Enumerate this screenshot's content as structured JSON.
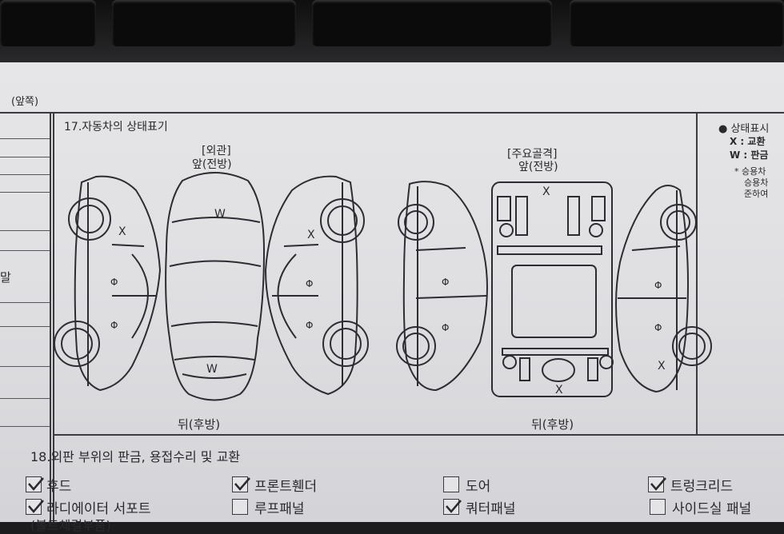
{
  "header_note": "(앞쪽)",
  "left_column_label": "말",
  "section17": {
    "title": "17.자동차의 상태표기",
    "exterior": {
      "label": "[외관]",
      "front": "앞(전방)",
      "rear": "뒤(후방)"
    },
    "frame": {
      "label": "[주요골격]",
      "front": "앞(전방)",
      "rear": "뒤(후방)"
    },
    "marks": {
      "w": "W",
      "x": "X",
      "phi": "Φ"
    }
  },
  "legend": {
    "title": "● 상태표시",
    "line1": "X : 교환",
    "line2": "W : 판금",
    "note1": "* 승용차",
    "note2": "승용차",
    "note3": "준하여"
  },
  "section18": {
    "title": "18.외판 부위의 판금, 용접수리 및 교환",
    "items": [
      {
        "label": "후드",
        "checked": true
      },
      {
        "label": "프론트휀더",
        "checked": true
      },
      {
        "label": "도어",
        "checked": false
      },
      {
        "label": "트렁크리드",
        "checked": true
      },
      {
        "label": "라디에이터 서포트",
        "checked": true
      },
      {
        "label": "루프패널",
        "checked": false
      },
      {
        "label": "쿼터패널",
        "checked": true
      },
      {
        "label": "사이드실 패널",
        "checked": false
      }
    ],
    "cut_off_line": "(볼트체결부품)"
  }
}
